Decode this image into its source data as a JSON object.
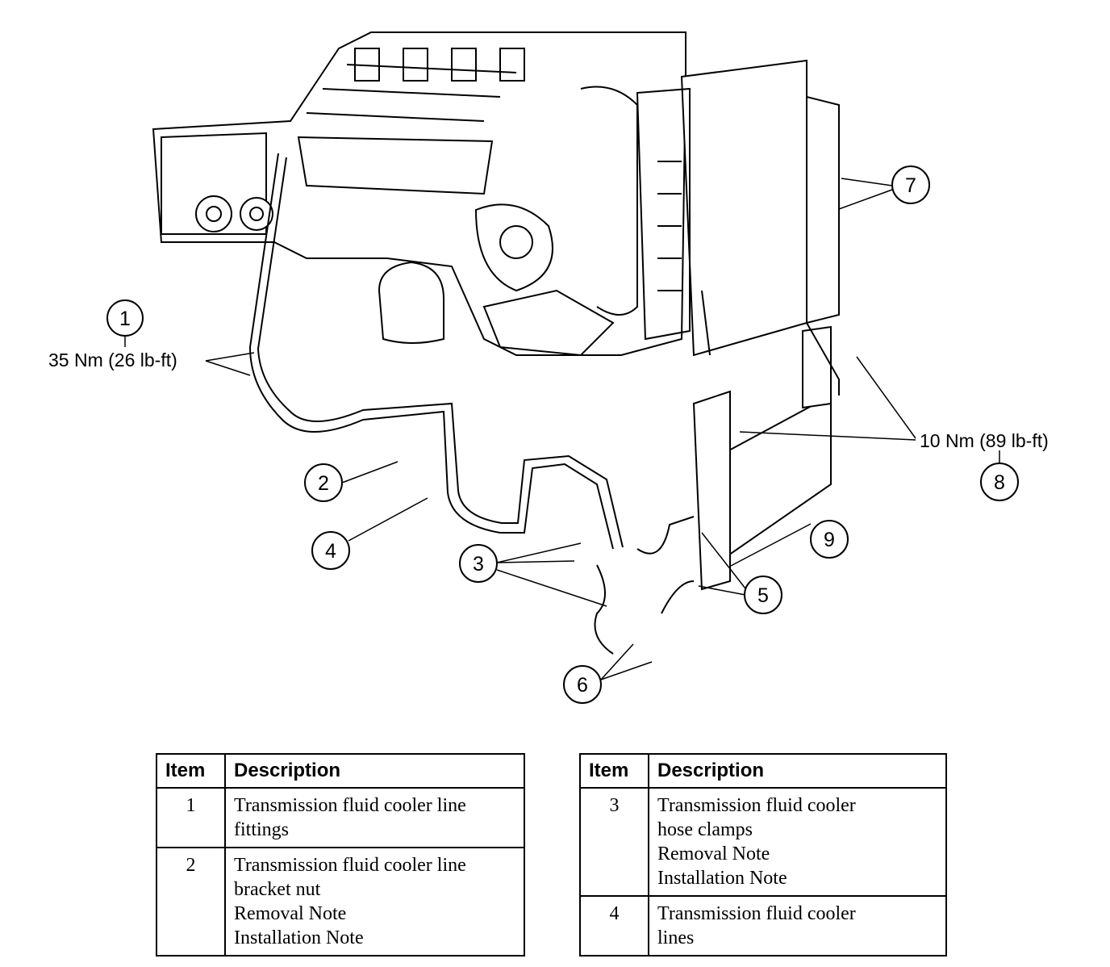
{
  "diagram": {
    "callouts": [
      "1",
      "2",
      "3",
      "4",
      "5",
      "6",
      "7",
      "8",
      "9"
    ],
    "torque_specs": [
      "35 Nm (26 lb-ft)",
      "10 Nm (89 lb-ft)"
    ]
  },
  "legend_left": {
    "headers": [
      "Item",
      "Description"
    ],
    "rows": [
      {
        "item": "1",
        "lines": [
          "Transmission fluid cooler line",
          "fittings"
        ]
      },
      {
        "item": "2",
        "lines": [
          "Transmission fluid cooler line",
          "bracket nut",
          "Removal Note",
          "Installation Note"
        ]
      }
    ]
  },
  "legend_right": {
    "headers": [
      "Item",
      "Description"
    ],
    "rows": [
      {
        "item": "3",
        "lines": [
          "Transmission fluid cooler",
          "hose clamps",
          "Removal Note",
          "Installation Note"
        ]
      },
      {
        "item": "4",
        "lines": [
          "Transmission fluid cooler",
          "lines"
        ]
      }
    ]
  }
}
